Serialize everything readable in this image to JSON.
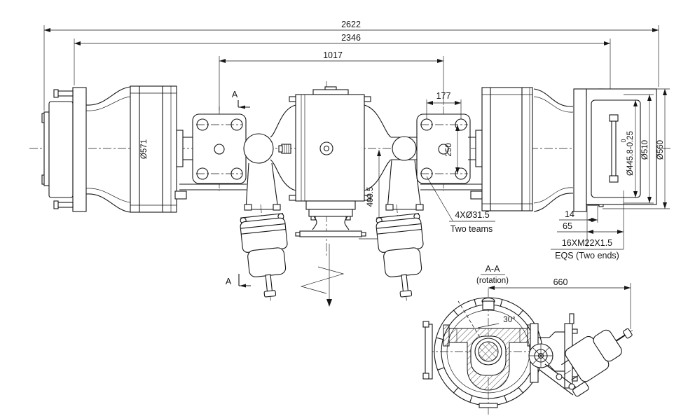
{
  "drawing": {
    "colors": {
      "ink": "#161616",
      "background": "#ffffff"
    },
    "dimensions": {
      "overall_length": "2622",
      "mounting_span": "2346",
      "spring_seat_span": "1017",
      "flange_bolt_h": "177",
      "flange_bolt_v": "250",
      "drum_diameter": "Ø571",
      "pilot_tol_upper": "0",
      "pilot_diameter": "Ø445.8-0.25",
      "rim_diameter": "Ø510",
      "outer_diameter": "Ø560",
      "hub_offset_small": "14",
      "hub_offset_large": "65",
      "drop_center": "400.5",
      "chamber_reach": "660",
      "cam_angle": "30°"
    },
    "labels": {
      "holes_note": "4XØ31.5",
      "holes_note_sub": "Two teams",
      "stud_note": "16XM22X1.5",
      "stud_note_sub": "EQS (Two ends)",
      "section_name": "A-A",
      "section_name_sub": "(rotation)",
      "section_marker": "A"
    }
  }
}
